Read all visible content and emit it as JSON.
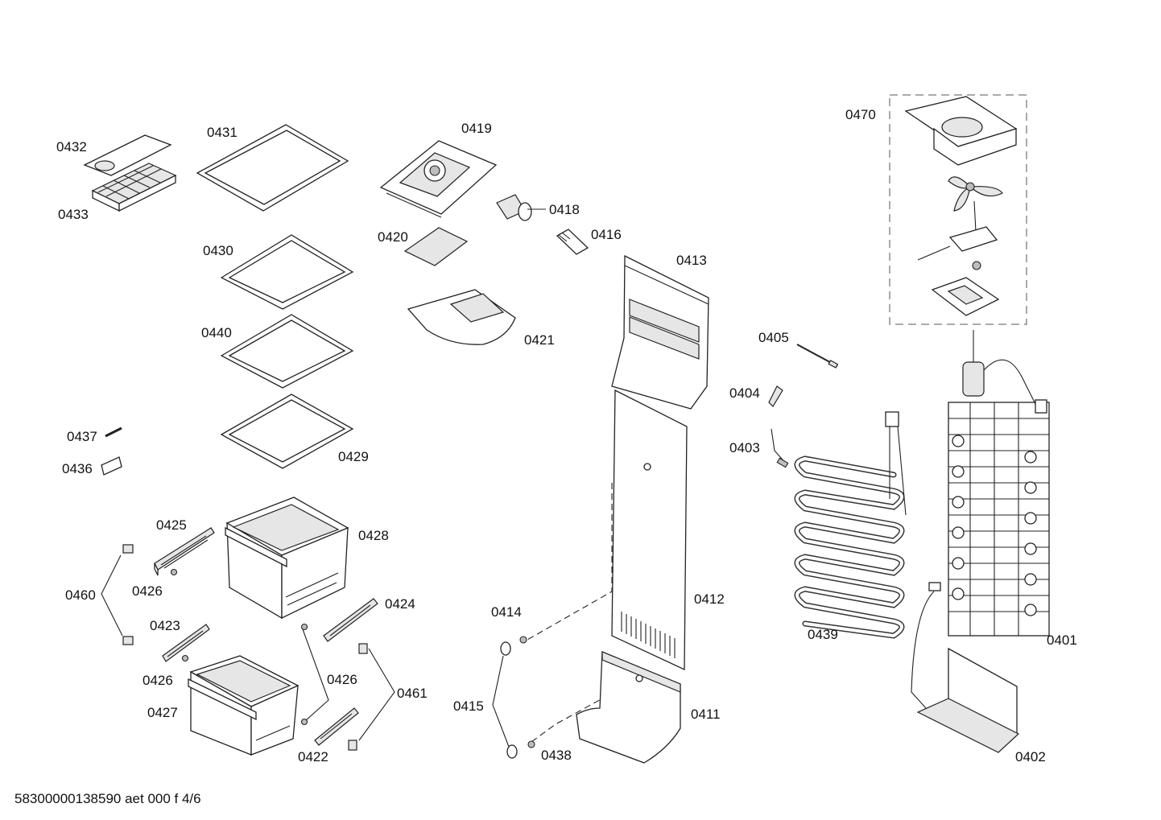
{
  "labels": {
    "p0401": "0401",
    "p0402": "0402",
    "p0403": "0403",
    "p0404": "0404",
    "p0405": "0405",
    "p0411": "0411",
    "p0412": "0412",
    "p0413": "0413",
    "p0414": "0414",
    "p0415": "0415",
    "p0416": "0416",
    "p0418": "0418",
    "p0419": "0419",
    "p0420": "0420",
    "p0421": "0421",
    "p0422": "0422",
    "p0423": "0423",
    "p0424": "0424",
    "p0425": "0425",
    "p0426_a": "0426",
    "p0426_b": "0426",
    "p0426_c": "0426",
    "p0427": "0427",
    "p0428": "0428",
    "p0429": "0429",
    "p0430": "0430",
    "p0431": "0431",
    "p0432": "0432",
    "p0433": "0433",
    "p0436": "0436",
    "p0437": "0437",
    "p0438": "0438",
    "p0439": "0439",
    "p0440": "0440",
    "p0460": "0460",
    "p0461": "0461",
    "p0470": "0470"
  },
  "footer": "58300000138590 aet 000 f 4/6"
}
